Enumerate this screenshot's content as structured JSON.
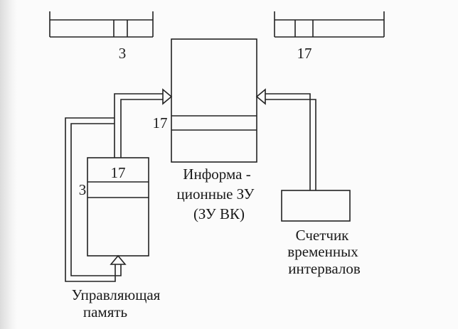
{
  "diagram": {
    "left_register_label": "3",
    "right_register_label": "17",
    "info_memory_cell_label": "17",
    "control_memory_cell_label": "17",
    "control_memory_row_label": "3",
    "info_memory_caption": [
      "Информа -",
      "ционные ЗУ",
      "(ЗУ ВК)"
    ],
    "counter_caption": [
      "Счетчик",
      "временных",
      "интервалов"
    ],
    "control_memory_caption": [
      "Управляющая",
      "память"
    ]
  }
}
